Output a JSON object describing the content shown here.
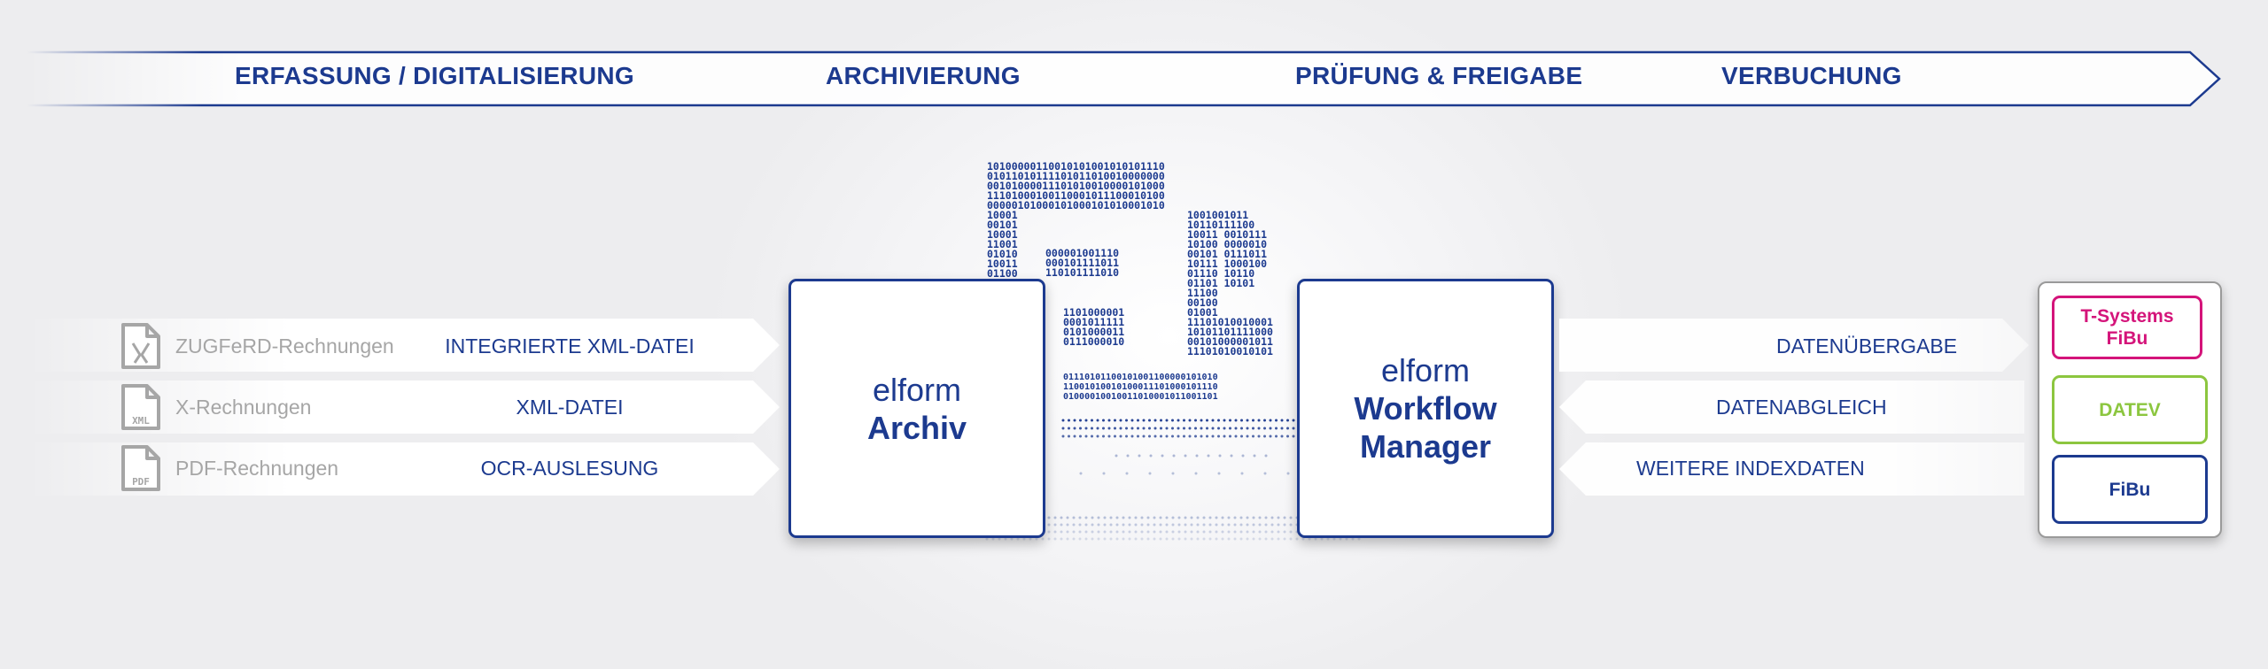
{
  "phases": [
    "ERFASSUNG / DIGITALISIERUNG",
    "ARCHIVIERUNG",
    "PRÜFUNG & FREIGABE",
    "VERBUCHUNG"
  ],
  "inputs": [
    {
      "label": "ZUGFeRD-Rechnungen",
      "type": "INTEGRIERTE XML-DATEI",
      "icon": "zugferd-file-icon"
    },
    {
      "label": "X-Rechnungen",
      "type": "XML-DATEI",
      "icon": "xml-file-icon",
      "icon_text": "XML"
    },
    {
      "label": "PDF-Rechnungen",
      "type": "OCR-AUSLESUNG",
      "icon": "pdf-file-icon",
      "icon_text": "PDF"
    }
  ],
  "archive": {
    "line1": "elform",
    "line2": "Archiv"
  },
  "workflow": {
    "line1": "elform",
    "line2": "Workflow",
    "line3": "Manager"
  },
  "outputs": [
    {
      "label": "DATENÜBERGABE",
      "direction": "right"
    },
    {
      "label": "DATENABGLEICH",
      "direction": "left"
    },
    {
      "label": "WEITERE INDEXDATEN",
      "direction": "left"
    }
  ],
  "targets": [
    {
      "label": "T-Systems FiBu",
      "color": "#d4147a"
    },
    {
      "label": "DATEV",
      "color": "#8cc63f"
    },
    {
      "label": "FiBu",
      "color": "#1c3a8f"
    }
  ],
  "colors": {
    "primary": "#1c3a8f",
    "grey": "#a6a6a6",
    "magenta": "#d4147a",
    "green": "#8cc63f"
  },
  "binary": {
    "row1": "10100000110010101001010101110",
    "row2": "01011010111101011010010000000",
    "row3": "00101000011101010010000101000",
    "row4": "11101000100110001011100010100",
    "row5": "00000101000101000101010001010",
    "small1": "000001001110",
    "small2": "000101111011",
    "small3": "110101111010",
    "chip1": "1101000001",
    "chip2": "0001011111",
    "chip3": "0101000011",
    "chip4": "0111000010",
    "band1": "01110101100101001100000101010",
    "band2": "11001010010100011101000101110",
    "band3": "01000010010011010001011001101"
  }
}
